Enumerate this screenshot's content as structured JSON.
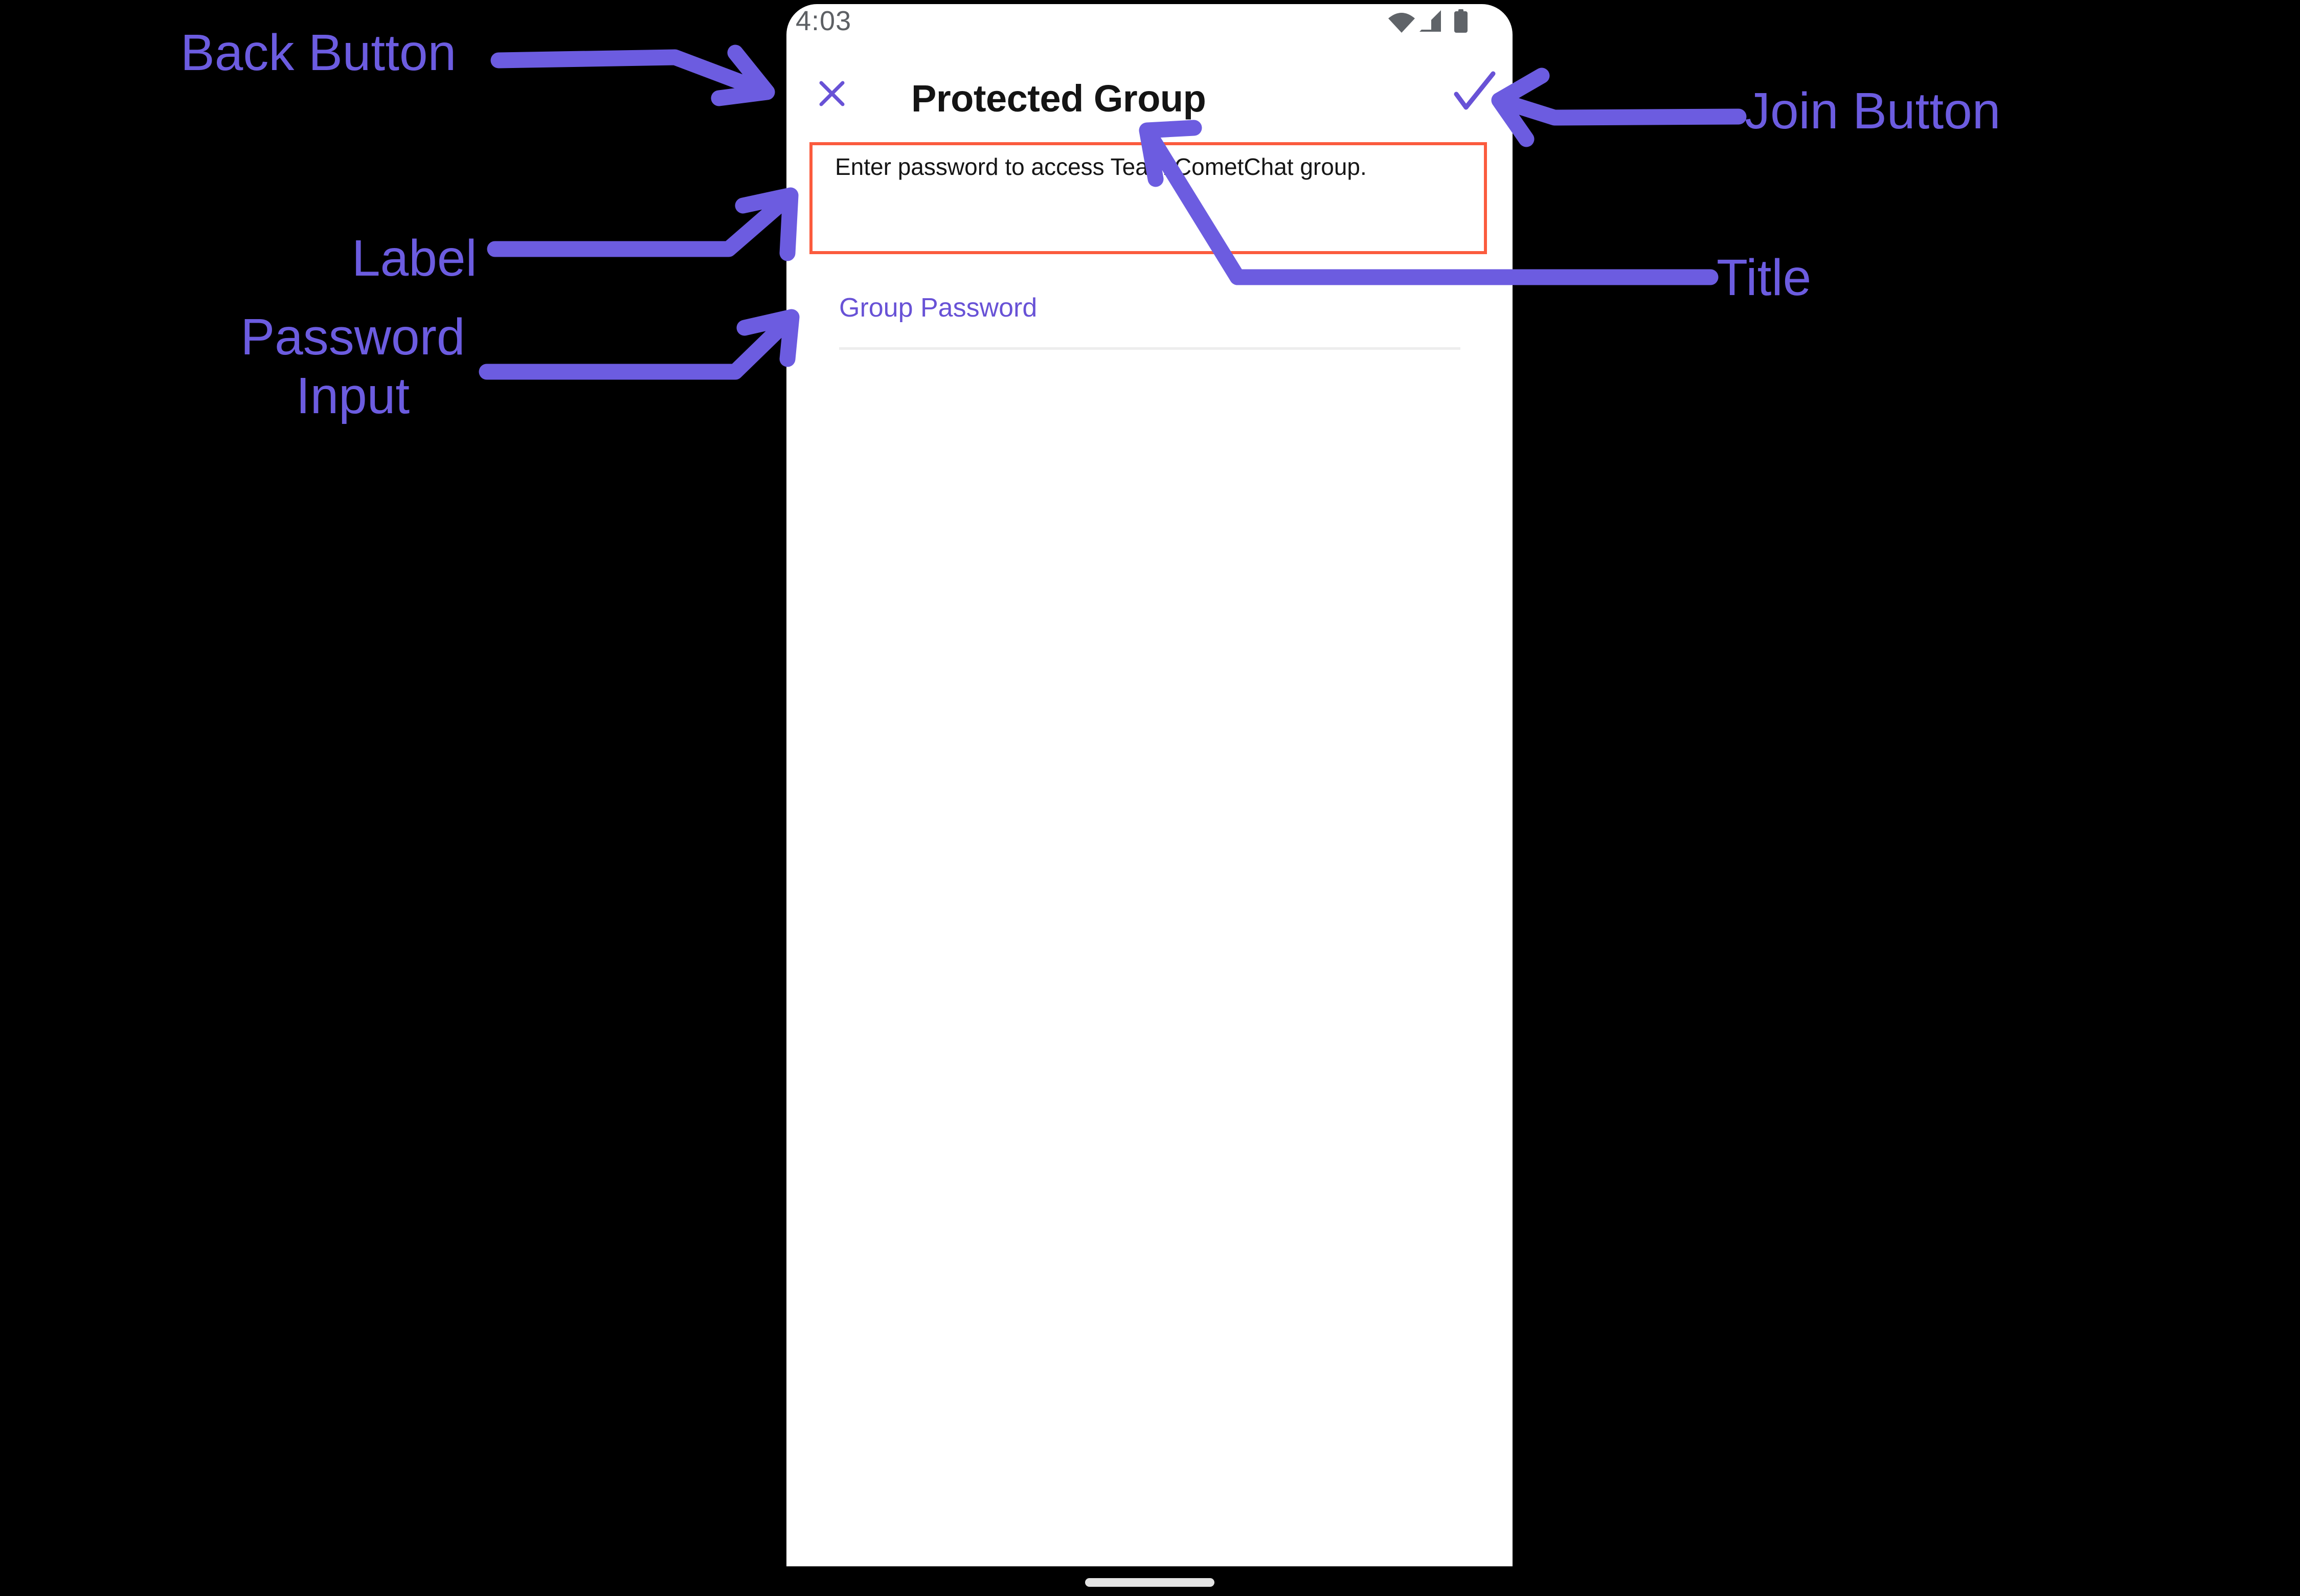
{
  "status_bar": {
    "time": "4:03",
    "icons": [
      "wifi-icon",
      "signal-icon",
      "battery-icon"
    ]
  },
  "header": {
    "title": "Protected Group",
    "close_icon": "x-close",
    "join_icon": "checkmark"
  },
  "form": {
    "label": "Enter password to access Team CometChat group.",
    "password_placeholder": "Group Password",
    "password_value": ""
  },
  "annotations": {
    "back_button": "Back Button",
    "join_button": "Join Button",
    "label": "Label",
    "password_input": "Password Input",
    "title": "Title"
  },
  "colors": {
    "app_accent": "#6852d6",
    "annotation_purple": "#6c5ce0",
    "annotation_red_box": "#fb5b3e",
    "status_icon_gray": "#5f6368",
    "underline_gray": "#ededed",
    "background": "#000000"
  }
}
